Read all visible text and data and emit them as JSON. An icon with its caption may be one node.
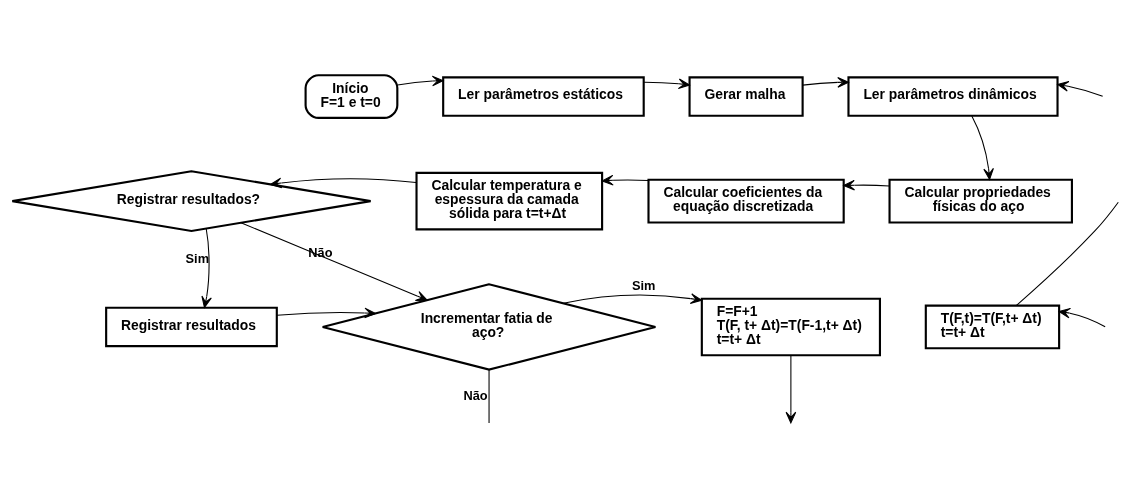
{
  "diagram": {
    "nodes": [
      {
        "text": [
          "Início",
          "F=1 e t=0"
        ]
      },
      {
        "text": [
          "Ler parâmetros estáticos"
        ]
      },
      {
        "text": [
          "Gerar malha"
        ]
      },
      {
        "text": [
          "Ler parâmetros dinâmicos"
        ]
      },
      {
        "text": [
          "Registrar resultados?"
        ]
      },
      {
        "text": [
          "Calcular temperatura e espessura da camada sólida para t=t+Δt"
        ]
      },
      {
        "text": [
          "Calcular coeficientes da equação discretizada"
        ]
      },
      {
        "text": [
          "Calcular propriedades físicas do aço"
        ]
      },
      {
        "text": [
          "Registrar resultados"
        ]
      },
      {
        "text": [
          "Incrementar fatia de aço?"
        ]
      },
      {
        "text": [
          "F=F+1",
          "T(F, t+ Δt)=T(F-1,t+ Δt)",
          "t=t+ Δt"
        ]
      },
      {
        "text": [
          "T(F,t)=T(F,t+ Δt)",
          "t=t+ Δt"
        ]
      }
    ],
    "edges": [
      {
        "from": 0,
        "to": 1,
        "arrow": "to"
      },
      {
        "from": 1,
        "to": 2,
        "arrow": "to"
      },
      {
        "from": 2,
        "to": 3,
        "arrow": "to"
      },
      {
        "from": null,
        "to": 3,
        "arrow": "to"
      },
      {
        "from": 3,
        "to": 7,
        "arrow": "to"
      },
      {
        "from": 7,
        "to": 6,
        "arrow": "to"
      },
      {
        "from": 6,
        "to": 5,
        "arrow": "to"
      },
      {
        "from": 5,
        "to": 4,
        "arrow": "to"
      },
      {
        "from": 4,
        "to": 8,
        "arrow": "to",
        "label": "Sim"
      },
      {
        "from": 4,
        "to": 9,
        "arrow": "to",
        "label": "Não"
      },
      {
        "from": 8,
        "to": 9,
        "arrow": "to"
      },
      {
        "from": 9,
        "to": 10,
        "arrow": "to",
        "label": "Sim"
      },
      {
        "from": 9,
        "to": null,
        "arrow": "none",
        "label": "Não"
      },
      {
        "from": 10,
        "to": null,
        "arrow": "to"
      },
      {
        "from": 11,
        "to": null,
        "arrow": "none"
      },
      {
        "from": null,
        "to": 11,
        "arrow": "to"
      }
    ]
  }
}
